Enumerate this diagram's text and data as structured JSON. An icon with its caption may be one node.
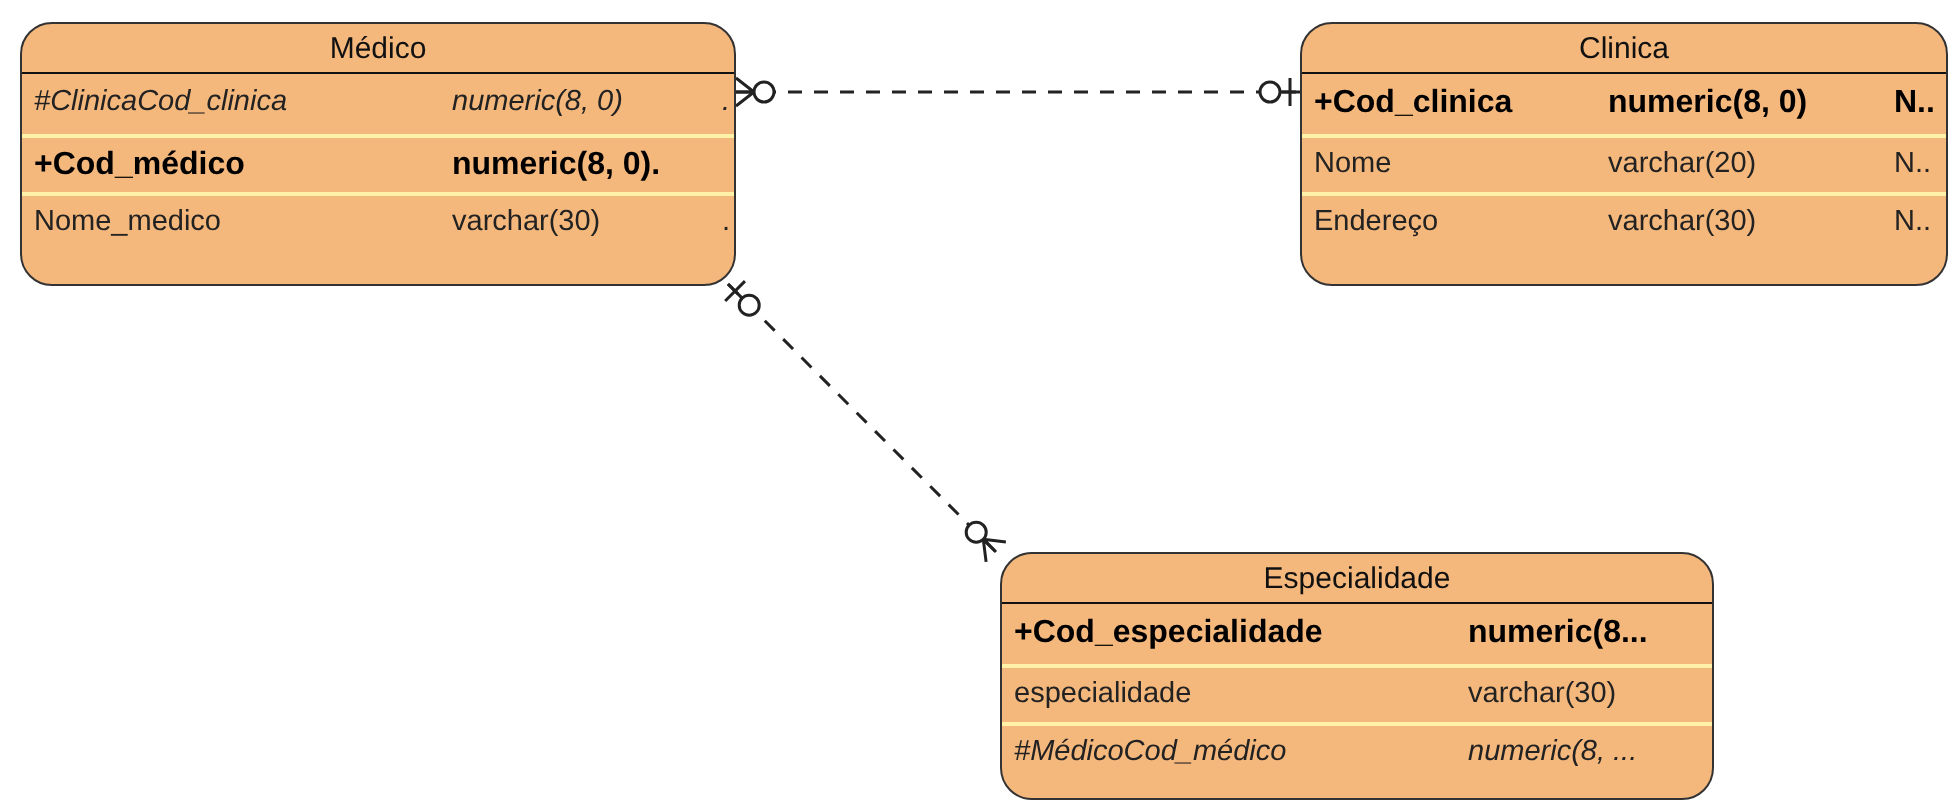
{
  "diagram": {
    "nodes": [
      {
        "text": [
          "Médico",
          "#ClinicaCod_clinica",
          "numeric(8, 0)",
          ".",
          "+Cod_médico",
          "numeric(8, 0).",
          "Nome_medico",
          "varchar(30)",
          "."
        ]
      },
      {
        "text": [
          "Clinica",
          "+Cod_clinica",
          "numeric(8, 0)",
          "N..",
          "Nome",
          "varchar(20)",
          "N..",
          "Endereço",
          "varchar(30)",
          "N.."
        ]
      },
      {
        "text": [
          "Especialidade",
          "+Cod_especialidade",
          "numeric(8...",
          "especialidade",
          "varchar(30)",
          "#MédicoCod_médico",
          "numeric(8, ..."
        ]
      }
    ],
    "edges": [
      {
        "from": 0,
        "to": 1,
        "arrow": "other",
        "style": "dashed"
      },
      {
        "from": 0,
        "to": 2,
        "arrow": "other",
        "style": "dashed"
      }
    ]
  }
}
